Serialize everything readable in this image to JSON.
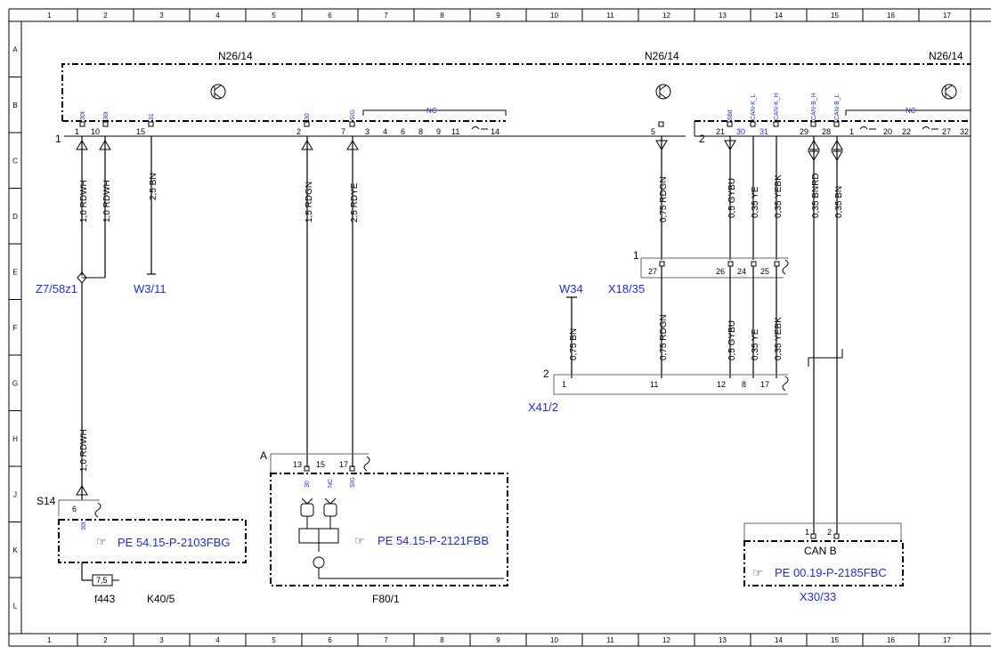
{
  "grid": {
    "columns": [
      "1",
      "2",
      "3",
      "4",
      "5",
      "6",
      "7",
      "8",
      "9",
      "10",
      "11",
      "12",
      "13",
      "14",
      "15",
      "16",
      "17"
    ],
    "rows": [
      "A",
      "B",
      "C",
      "D",
      "E",
      "F",
      "G",
      "H",
      "J",
      "K",
      "L"
    ]
  },
  "control_unit": {
    "name_left": "N26/14",
    "name_mid": "N26/14",
    "name_right": "N26/14",
    "connector1_label": "1",
    "connector2_label": "2",
    "connector1_pins": [
      {
        "num": "1",
        "sig": "30t"
      },
      {
        "num": "10",
        "sig": "30t"
      },
      {
        "num": "15",
        "sig": "31"
      },
      {
        "num": "2",
        "sig": "30"
      },
      {
        "num": "7",
        "sig": "SIG"
      },
      {
        "num": "3"
      },
      {
        "num": "4"
      },
      {
        "num": "6"
      },
      {
        "num": "8"
      },
      {
        "num": "9"
      },
      {
        "num": "11"
      },
      {
        "num": "14"
      },
      {
        "num": "5"
      }
    ],
    "connector2_pins": [
      {
        "num": "21",
        "sig": "58d"
      },
      {
        "num": "30",
        "sig": "CAN-K_L"
      },
      {
        "num": "31",
        "sig": "CAN-K_H"
      },
      {
        "num": "29",
        "sig": "CAN-B_H"
      },
      {
        "num": "28",
        "sig": "CAN-B_L"
      },
      {
        "num": "1"
      },
      {
        "num": "20"
      },
      {
        "num": "22"
      },
      {
        "num": "27"
      },
      {
        "num": "32"
      }
    ],
    "nc_label": "NC"
  },
  "wires": {
    "w1": "1,0 RDWH",
    "w2": "1,0 RDWH",
    "w3": "2,5 BN",
    "w4": "1,5 RDGN",
    "w5": "2,5 RDYE",
    "w6": "0,75 RDGN",
    "w7": "0,5 GYBU",
    "w8": "0,35 YE",
    "w9": "0,35 YEBK",
    "w10": "0,35 BNRD",
    "w11": "0,35 BN",
    "w12": "1,0 RDWH",
    "w13": "0,75 BN",
    "w14": "0,75 RDGN",
    "w15": "0,5 GYBU",
    "w16": "0,35 YE",
    "w17": "0,35 YEBK"
  },
  "labels": {
    "z7": "Z7/58z1",
    "w3_11": "W3/11",
    "w34": "W34",
    "x18_35": "X18/35",
    "x41_2": "X41/2",
    "s14": "S14",
    "f443": "f443",
    "k40_5": "K40/5",
    "f80_1": "F80/1",
    "x30_33": "X30/33",
    "can_b": "CAN B",
    "fuse": "7,5",
    "conn_a": "A"
  },
  "x18_pins": [
    "27",
    "26",
    "24",
    "25"
  ],
  "x41_pins": [
    "1",
    "11",
    "12",
    "8",
    "17"
  ],
  "f80_pins": [
    "13",
    "15",
    "17"
  ],
  "f80_sigs": [
    "30",
    "NC",
    "SIG"
  ],
  "s14_pin": "6",
  "s14_sig": "30t",
  "x30_pins": [
    "1",
    "2"
  ],
  "x18_conn": "1",
  "x41_conn": "2",
  "refs": {
    "k40": "PE 54.15-P-2103FBG",
    "f80": "PE 54.15-P-2121FBB",
    "x30": "PE 00.19-P-2185FBC"
  }
}
